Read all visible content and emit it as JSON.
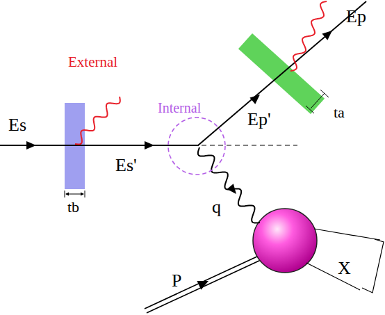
{
  "diagram": {
    "nodes": [
      {
        "text": [
          "Internal"
        ]
      }
    ],
    "labels": [
      "Es",
      "External",
      "Es'",
      "tb",
      "Ep'",
      "Ep",
      "ta",
      "q",
      "P",
      "X"
    ]
  }
}
